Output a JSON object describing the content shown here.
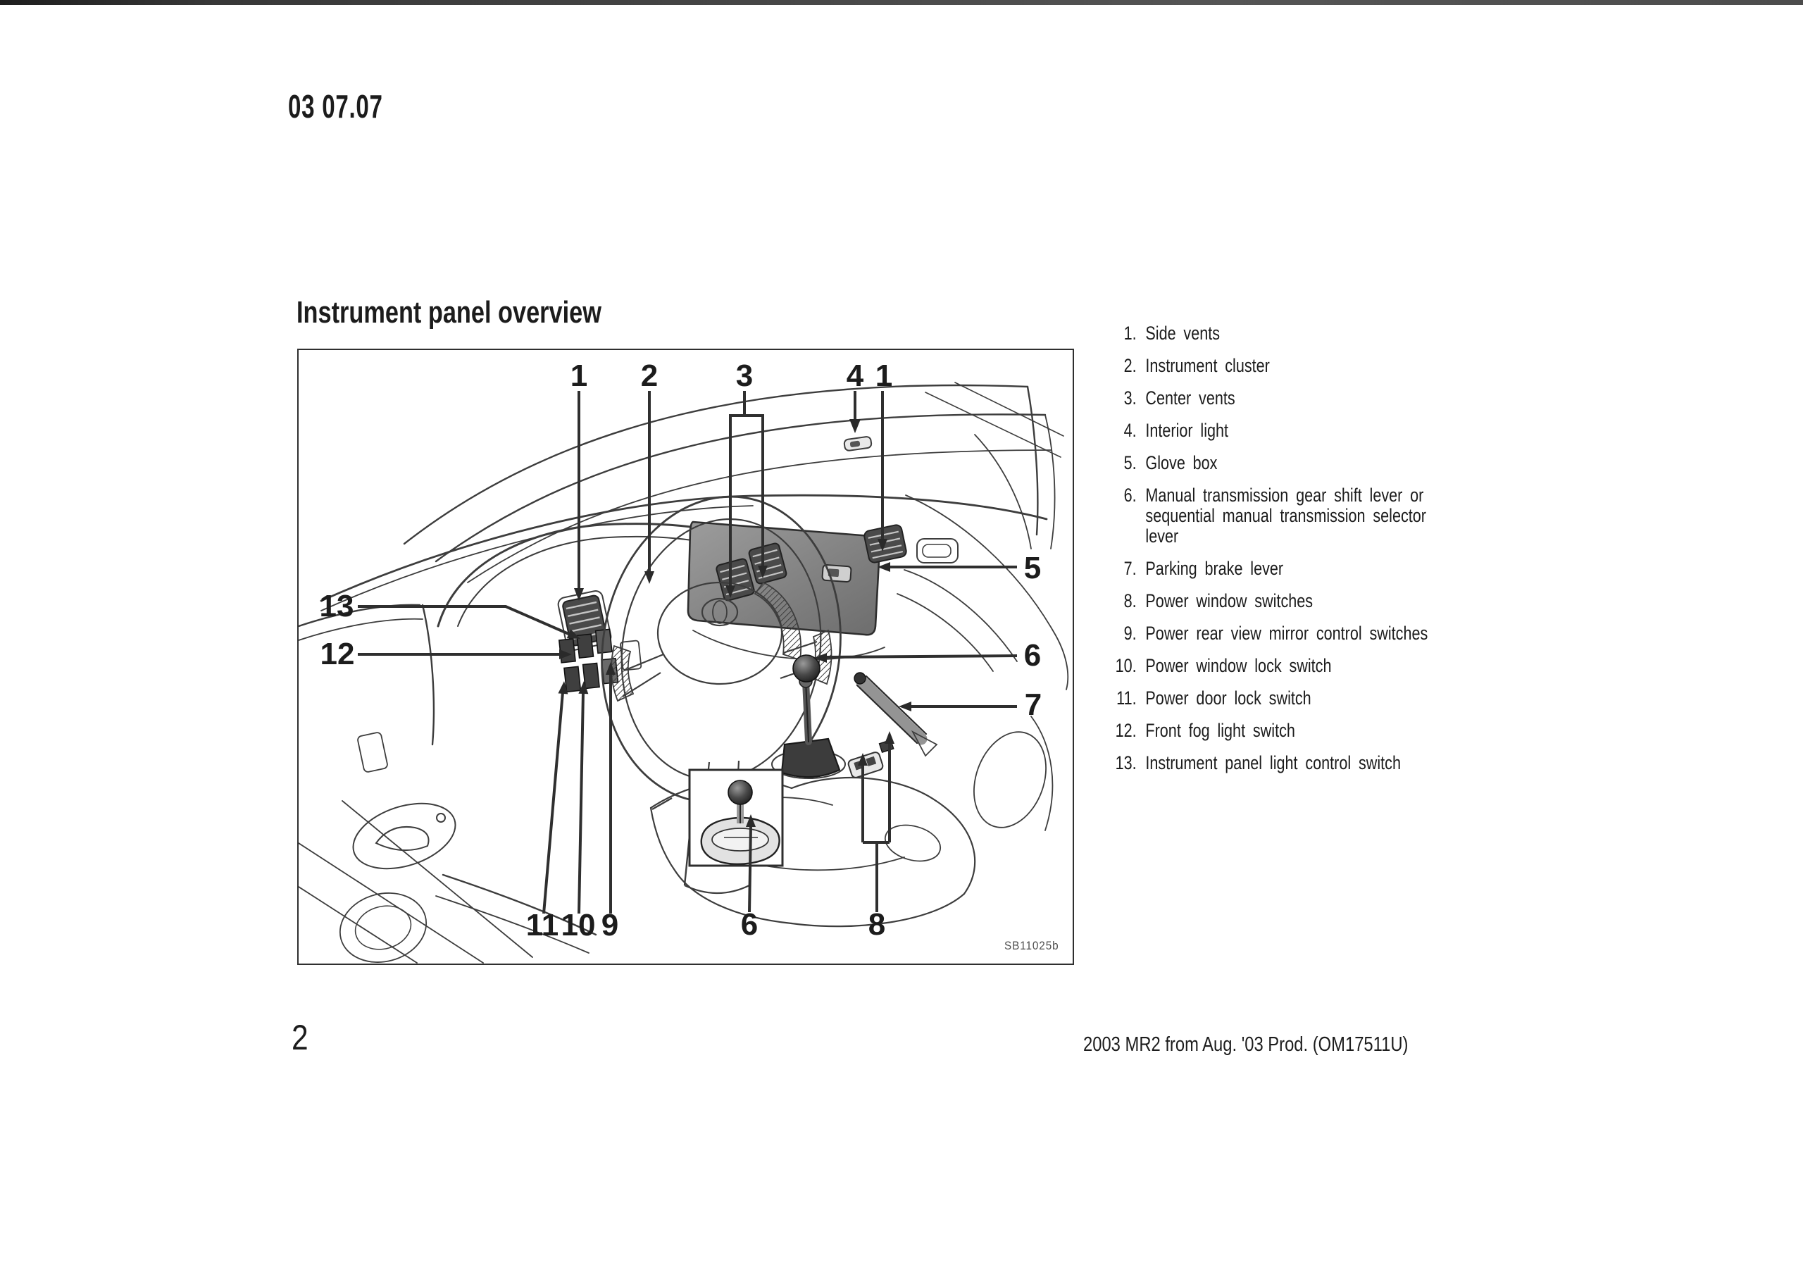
{
  "page": {
    "doc_code": "03 07.07",
    "page_number": "2",
    "footer_text": "2003 MR2 from Aug. '03 Prod. (OM17511U)"
  },
  "section": {
    "title": "Instrument panel overview"
  },
  "diagram": {
    "figure_code": "SB11025b",
    "callouts": {
      "top": [
        "1",
        "2",
        "3",
        "4",
        "1"
      ],
      "left": [
        "13",
        "12"
      ],
      "right": [
        "5",
        "6",
        "7"
      ],
      "bottom": [
        "11",
        "10",
        "9",
        "6",
        "8"
      ]
    }
  },
  "legend": {
    "items": [
      {
        "num": "1.",
        "text": "Side vents"
      },
      {
        "num": "2.",
        "text": "Instrument cluster"
      },
      {
        "num": "3.",
        "text": "Center vents"
      },
      {
        "num": "4.",
        "text": "Interior light"
      },
      {
        "num": "5.",
        "text": "Glove box"
      },
      {
        "num": "6.",
        "text": "Manual transmission gear shift lever or\nsequential manual transmission selector\nlever"
      },
      {
        "num": "7.",
        "text": "Parking brake lever"
      },
      {
        "num": "8.",
        "text": "Power window switches"
      },
      {
        "num": "9.",
        "text": "Power rear view mirror control switches"
      },
      {
        "num": "10.",
        "text": "Power window lock switch"
      },
      {
        "num": "11.",
        "text": "Power door lock switch"
      },
      {
        "num": "12.",
        "text": "Front fog light switch"
      },
      {
        "num": "13.",
        "text": "Instrument panel light control switch"
      }
    ]
  },
  "colors": {
    "ink": "#1c1c1c",
    "line_art": "#3d3d3d",
    "scan_bar": "#3a3a3a"
  }
}
